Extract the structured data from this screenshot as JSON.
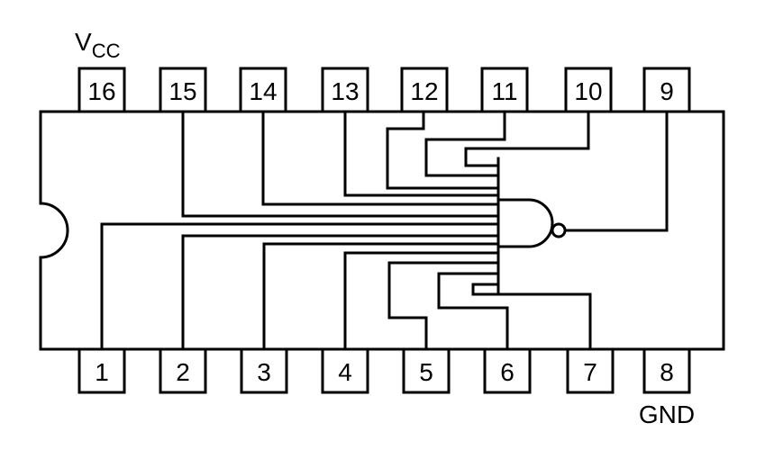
{
  "chip": {
    "top_pins": [
      "16",
      "15",
      "14",
      "13",
      "12",
      "11",
      "10",
      "9"
    ],
    "bottom_pins": [
      "1",
      "2",
      "3",
      "4",
      "5",
      "6",
      "7",
      "8"
    ],
    "vcc_label_main": "V",
    "vcc_label_sub": "CC",
    "gnd_label": "GND"
  },
  "colors": {
    "stroke": "#000000",
    "background": "#ffffff"
  }
}
